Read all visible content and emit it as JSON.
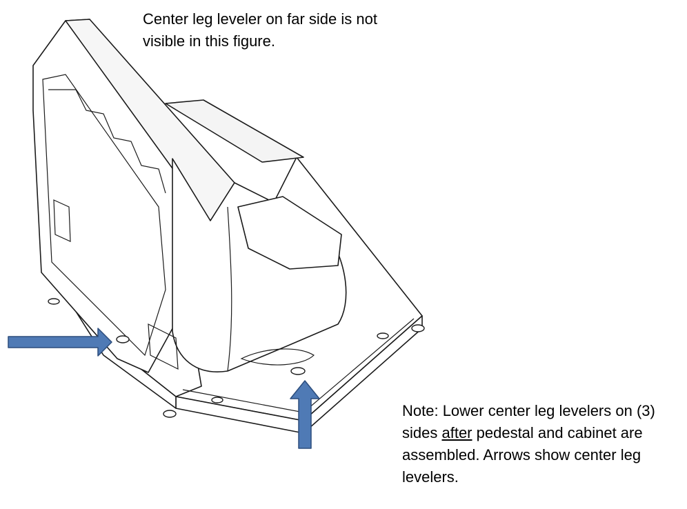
{
  "top_note": {
    "line1": "Center leg leveler on far side is not",
    "line2": "visible in this figure."
  },
  "bottom_note": {
    "line1": "Note: Lower center leg levelers on (3)",
    "line2_pre": "sides ",
    "line2_underlined": "after",
    "line2_post": " pedestal and cabinet are",
    "line3": "assembled. Arrows show center leg",
    "line4": "levelers."
  },
  "colors": {
    "arrow_fill": "#4f7ab5",
    "arrow_stroke": "#2b4c7c",
    "line": "#1a1a1a"
  }
}
